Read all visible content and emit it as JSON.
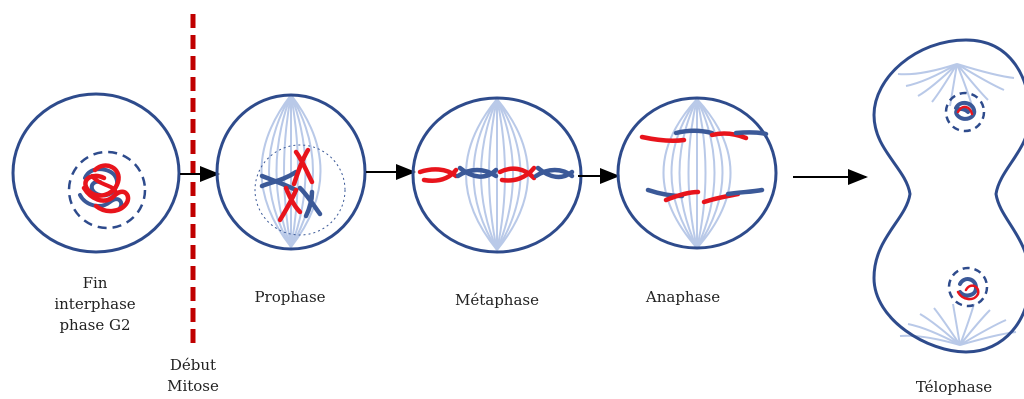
{
  "labels": {
    "interphase_line1": "Fin",
    "interphase_line2": "interphase",
    "interphase_line3": "phase G2",
    "debut_line1": "Début",
    "debut_line2": "Mitose",
    "prophase": "Prophase",
    "metaphase": "Métaphase",
    "anaphase": "Anaphase",
    "telophase": "Télophase"
  },
  "colors": {
    "cell_outline": "#2E4B8C",
    "spindle": "#B9C9E8",
    "chromosome_red": "#E8141C",
    "chromosome_blue": "#3B5998",
    "mitosis_line": "#C00000",
    "arrow": "#000000"
  }
}
